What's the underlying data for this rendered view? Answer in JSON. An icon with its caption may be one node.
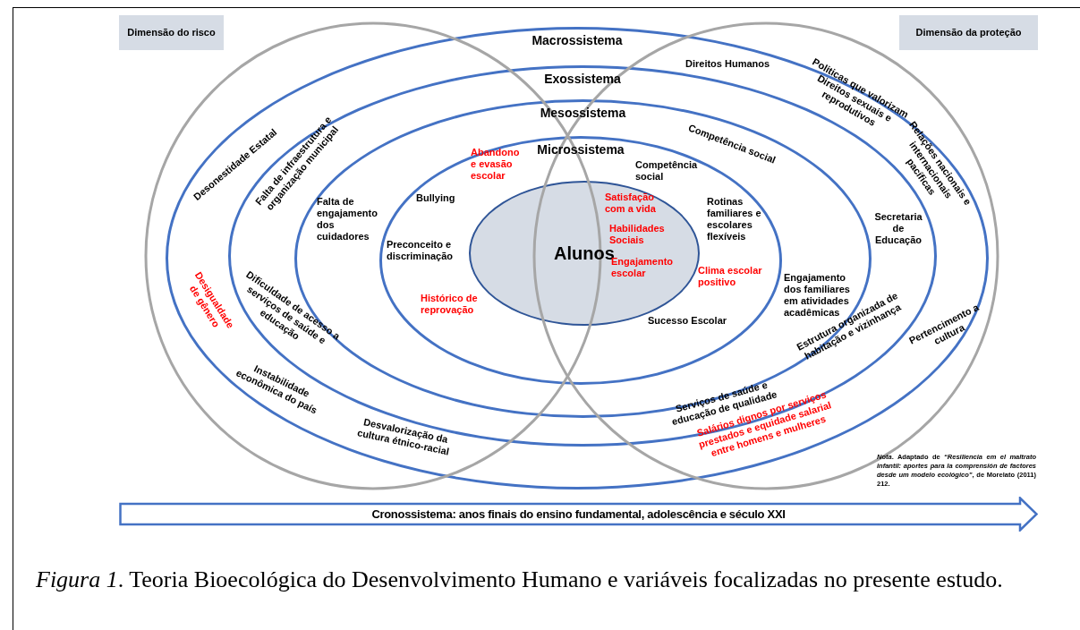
{
  "diagram": {
    "caption": "*Figura 1*. Teoria Bioecológica do Desenvolvimento Humano e variáveis focalizadas no presente estudo.",
    "nodes": [
      {
        "text": [
          "Dimensão do risco"
        ]
      },
      {
        "text": [
          "Dimensão da proteção"
        ]
      },
      {
        "text": [
          "Macrossistema"
        ]
      },
      {
        "text": [
          "Exossistema"
        ],
        "in": 2
      },
      {
        "text": [
          "Mesossistema"
        ],
        "in": 3
      },
      {
        "text": [
          "Microssistema"
        ],
        "in": 4
      },
      {
        "text": [
          "Alunos"
        ],
        "in": 5
      },
      {
        "text": [
          "Cronossistema: anos finais do ensino fundamental, adolescência e século XXI"
        ]
      }
    ],
    "edges": [],
    "labels": [
      "Desonestidade Estatal",
      "Falta de infraestrutura e organização municipal",
      "Falta de engajamento dos cuidadores",
      "Abandono e evasão escolar",
      "Bullying",
      "Preconceito e discriminação",
      "Histórico de reprovação",
      "Desigualdade de gênero",
      "Dificuldade de acesso a serviços de saúde e educação",
      "Instabilidade econômica do país",
      "Desvalorização da cultura étnico-racial",
      "Direitos Humanos",
      "Politicas que valorizam Direitos sexuais e reprodutivos",
      "Competência social",
      "Competência social",
      "Relações nacionais e internacionais pacíficas",
      "Satisfação com a vida",
      "Rotinas familiares e escolares flexíveis",
      "Secretaria de Educação",
      "Habilidades Sociais",
      "Engajamento escolar",
      "Clima escolar positivo",
      "Engajamento dos familiares em atividades acadêmicas",
      "Sucesso Escolar",
      "Estrutura organizada de habitação e vizinhança",
      "Pertencimento a cultura",
      "Serviços de saúde e educação de qualidade",
      "Salários dignos por serviços prestados e equidade salarial entre homens e mulheres",
      "*Nota*. Adaptado de *“Resiliencia em el maltrato infantil: aportes para la comprensión de factores desde um modelo ecológico”*, de Morelato (2011) 212."
    ]
  }
}
